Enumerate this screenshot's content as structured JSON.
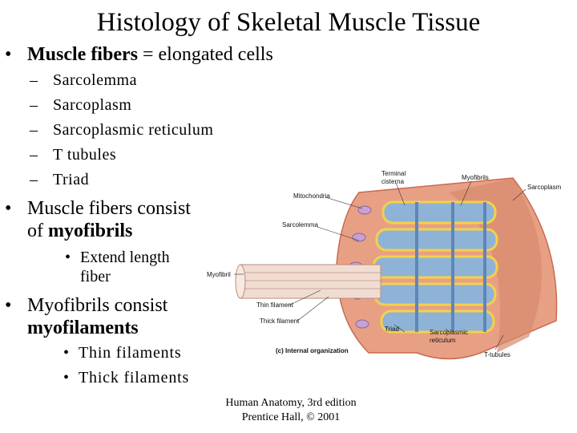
{
  "title": "Histology of Skeletal Muscle Tissue",
  "bullets": {
    "fibers_bold": "Muscle fibers",
    "fibers_rest": " = elongated cells",
    "subitems": [
      "Sarcolemma",
      "Sarcoplasm",
      "Sarcoplasmic reticulum",
      "T tubules",
      "Triad"
    ],
    "consist_line1": "Muscle fibers consist",
    "consist_line2_pre": "of ",
    "consist_line2_bold": "myofibrils",
    "extend_line1": "Extend length",
    "extend_line2": "fiber",
    "myofibrils_line1": "Myofibrils consist",
    "myofibrils_line2_bold": "myofilaments",
    "filaments": [
      "Thin filaments",
      "Thick filaments"
    ]
  },
  "credit": {
    "line1": "Human Anatomy, 3rd edition",
    "line2": "Prentice Hall, © 2001"
  },
  "figure": {
    "labels": {
      "terminal_cisterna_1": "Terminal",
      "terminal_cisterna_2": "cisterna",
      "myofibrils": "Myofibrils",
      "sarcoplasm": "Sarcoplasm",
      "mitochondria": "Mitochondria",
      "sarcolemma": "Sarcolemma",
      "myofibril": "Myofibril",
      "thin_filament": "Thin filament",
      "thick_filament": "Thick filament",
      "triad": "Triad",
      "sr_1": "Sarcoplasmic",
      "sr_2": "reticulum",
      "t_tubules": "T-tubules",
      "caption": "(c) Internal organization"
    },
    "colors": {
      "sarcoplasm": "#e8a085",
      "sarcolemma_edge": "#c96a4e",
      "reticulum": "#f2d24a",
      "myofibril": "#8fb3d6",
      "myofibril_band": "#5f86b8",
      "mitochondria": "#c9a0d2",
      "tendon": "#f1dcd2"
    }
  }
}
